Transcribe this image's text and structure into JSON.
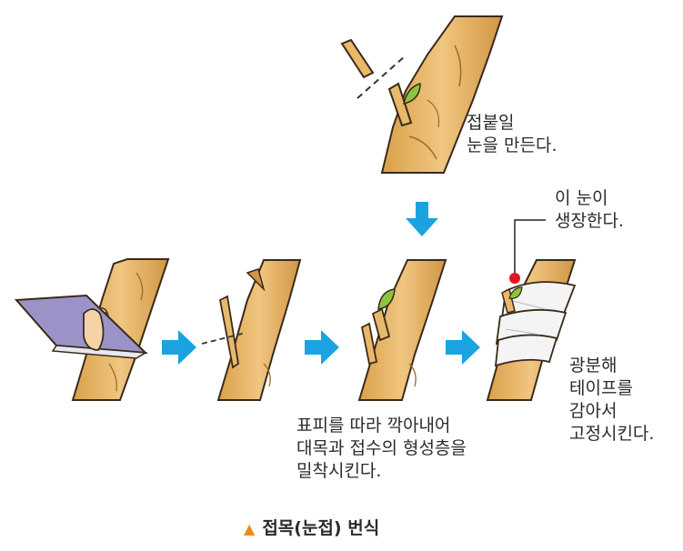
{
  "labels": {
    "make_bud": [
      "접붙일",
      "눈을 만든다."
    ],
    "bud_grows": [
      "이 눈이",
      "생장한다."
    ],
    "tape": [
      "광분해",
      "테이프를",
      "감아서",
      "고정시킨다."
    ],
    "cambium": [
      "표피를 따라 깍아내어",
      "대목과 접수의 형성층을",
      "밀착시킨다."
    ]
  },
  "caption": {
    "marker": "▲",
    "text": "접목(눈접) 번식"
  },
  "colors": {
    "bark": "#e8b96a",
    "bark_dark": "#c98f3d",
    "outline": "#3a2a1a",
    "leaf": "#8cc63f",
    "arrow": "#1aa3e0",
    "knife_blade": "#9b93c8",
    "tape": "#f4f4f4",
    "marker": "#e5161d",
    "caption_triangle": "#f08a1e"
  },
  "icons": {
    "knife": "grafting-knife-icon",
    "arrow": "right-arrow-icon"
  }
}
